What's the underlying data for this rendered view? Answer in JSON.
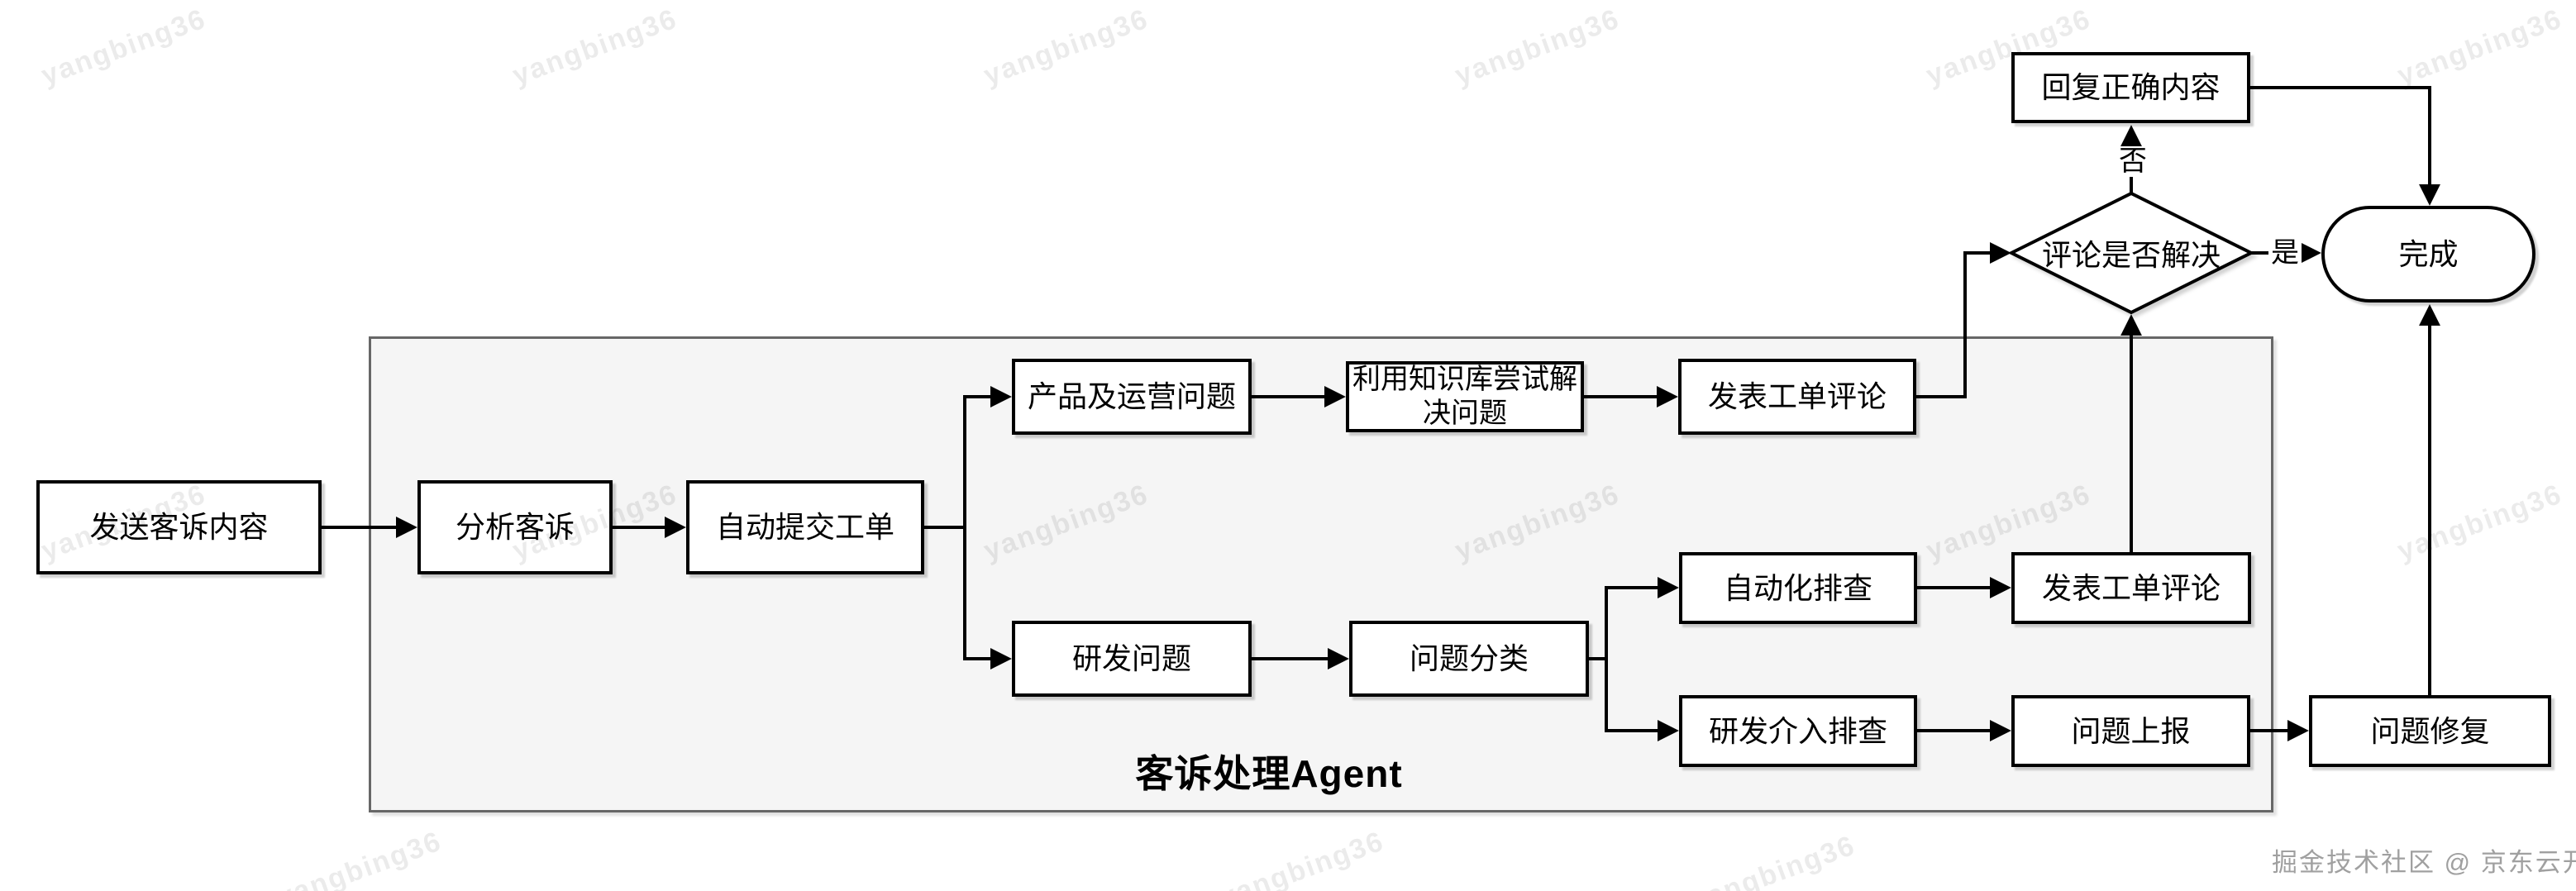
{
  "diagram": {
    "title": "客诉处理Agent",
    "nodes": {
      "send": {
        "label": "发送客诉内容",
        "shape": "rect"
      },
      "analyze": {
        "label": "分析客诉",
        "shape": "rect"
      },
      "submit": {
        "label": "自动提交工单",
        "shape": "rect"
      },
      "product_issue": {
        "label": "产品及运营问题",
        "shape": "rect"
      },
      "kb_try": {
        "label": "利用知识库尝试解决问题",
        "shape": "rect"
      },
      "comment1": {
        "label": "发表工单评论",
        "shape": "rect"
      },
      "rd_issue": {
        "label": "研发问题",
        "shape": "rect"
      },
      "classify": {
        "label": "问题分类",
        "shape": "rect"
      },
      "auto_check": {
        "label": "自动化排查",
        "shape": "rect"
      },
      "comment2": {
        "label": "发表工单评论",
        "shape": "rect"
      },
      "rd_check": {
        "label": "研发介入排查",
        "shape": "rect"
      },
      "report": {
        "label": "问题上报",
        "shape": "rect"
      },
      "fix": {
        "label": "问题修复",
        "shape": "rect"
      },
      "reply_correct": {
        "label": "回复正确内容",
        "shape": "rect"
      },
      "decision": {
        "label": "评论是否解决",
        "shape": "diamond"
      },
      "done": {
        "label": "完成",
        "shape": "stadium"
      }
    },
    "edge_labels": {
      "yes": "是",
      "no": "否"
    }
  },
  "watermark": {
    "text": "yangbing36"
  },
  "footer": {
    "credit": "掘金技术社区 @ 京东云开发者"
  },
  "colors": {
    "background": "#ffffff",
    "container_fill": "#f5f5f5",
    "container_border": "#676767",
    "node_fill": "#ffffff",
    "node_border": "#000000",
    "line": "#000000",
    "footer_text": "#a0a0a0"
  }
}
